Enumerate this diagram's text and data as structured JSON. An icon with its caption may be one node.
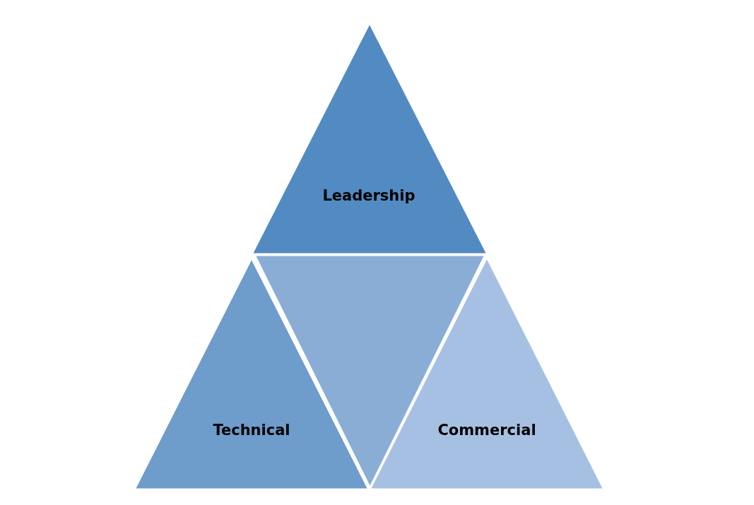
{
  "diagram": {
    "nodes": [
      {
        "text": [
          "Leadership"
        ]
      },
      {
        "text": [
          "Technical"
        ]
      },
      {
        "text": [],
        "shape": "triangle"
      },
      {
        "text": [
          "Commercial"
        ]
      }
    ]
  }
}
